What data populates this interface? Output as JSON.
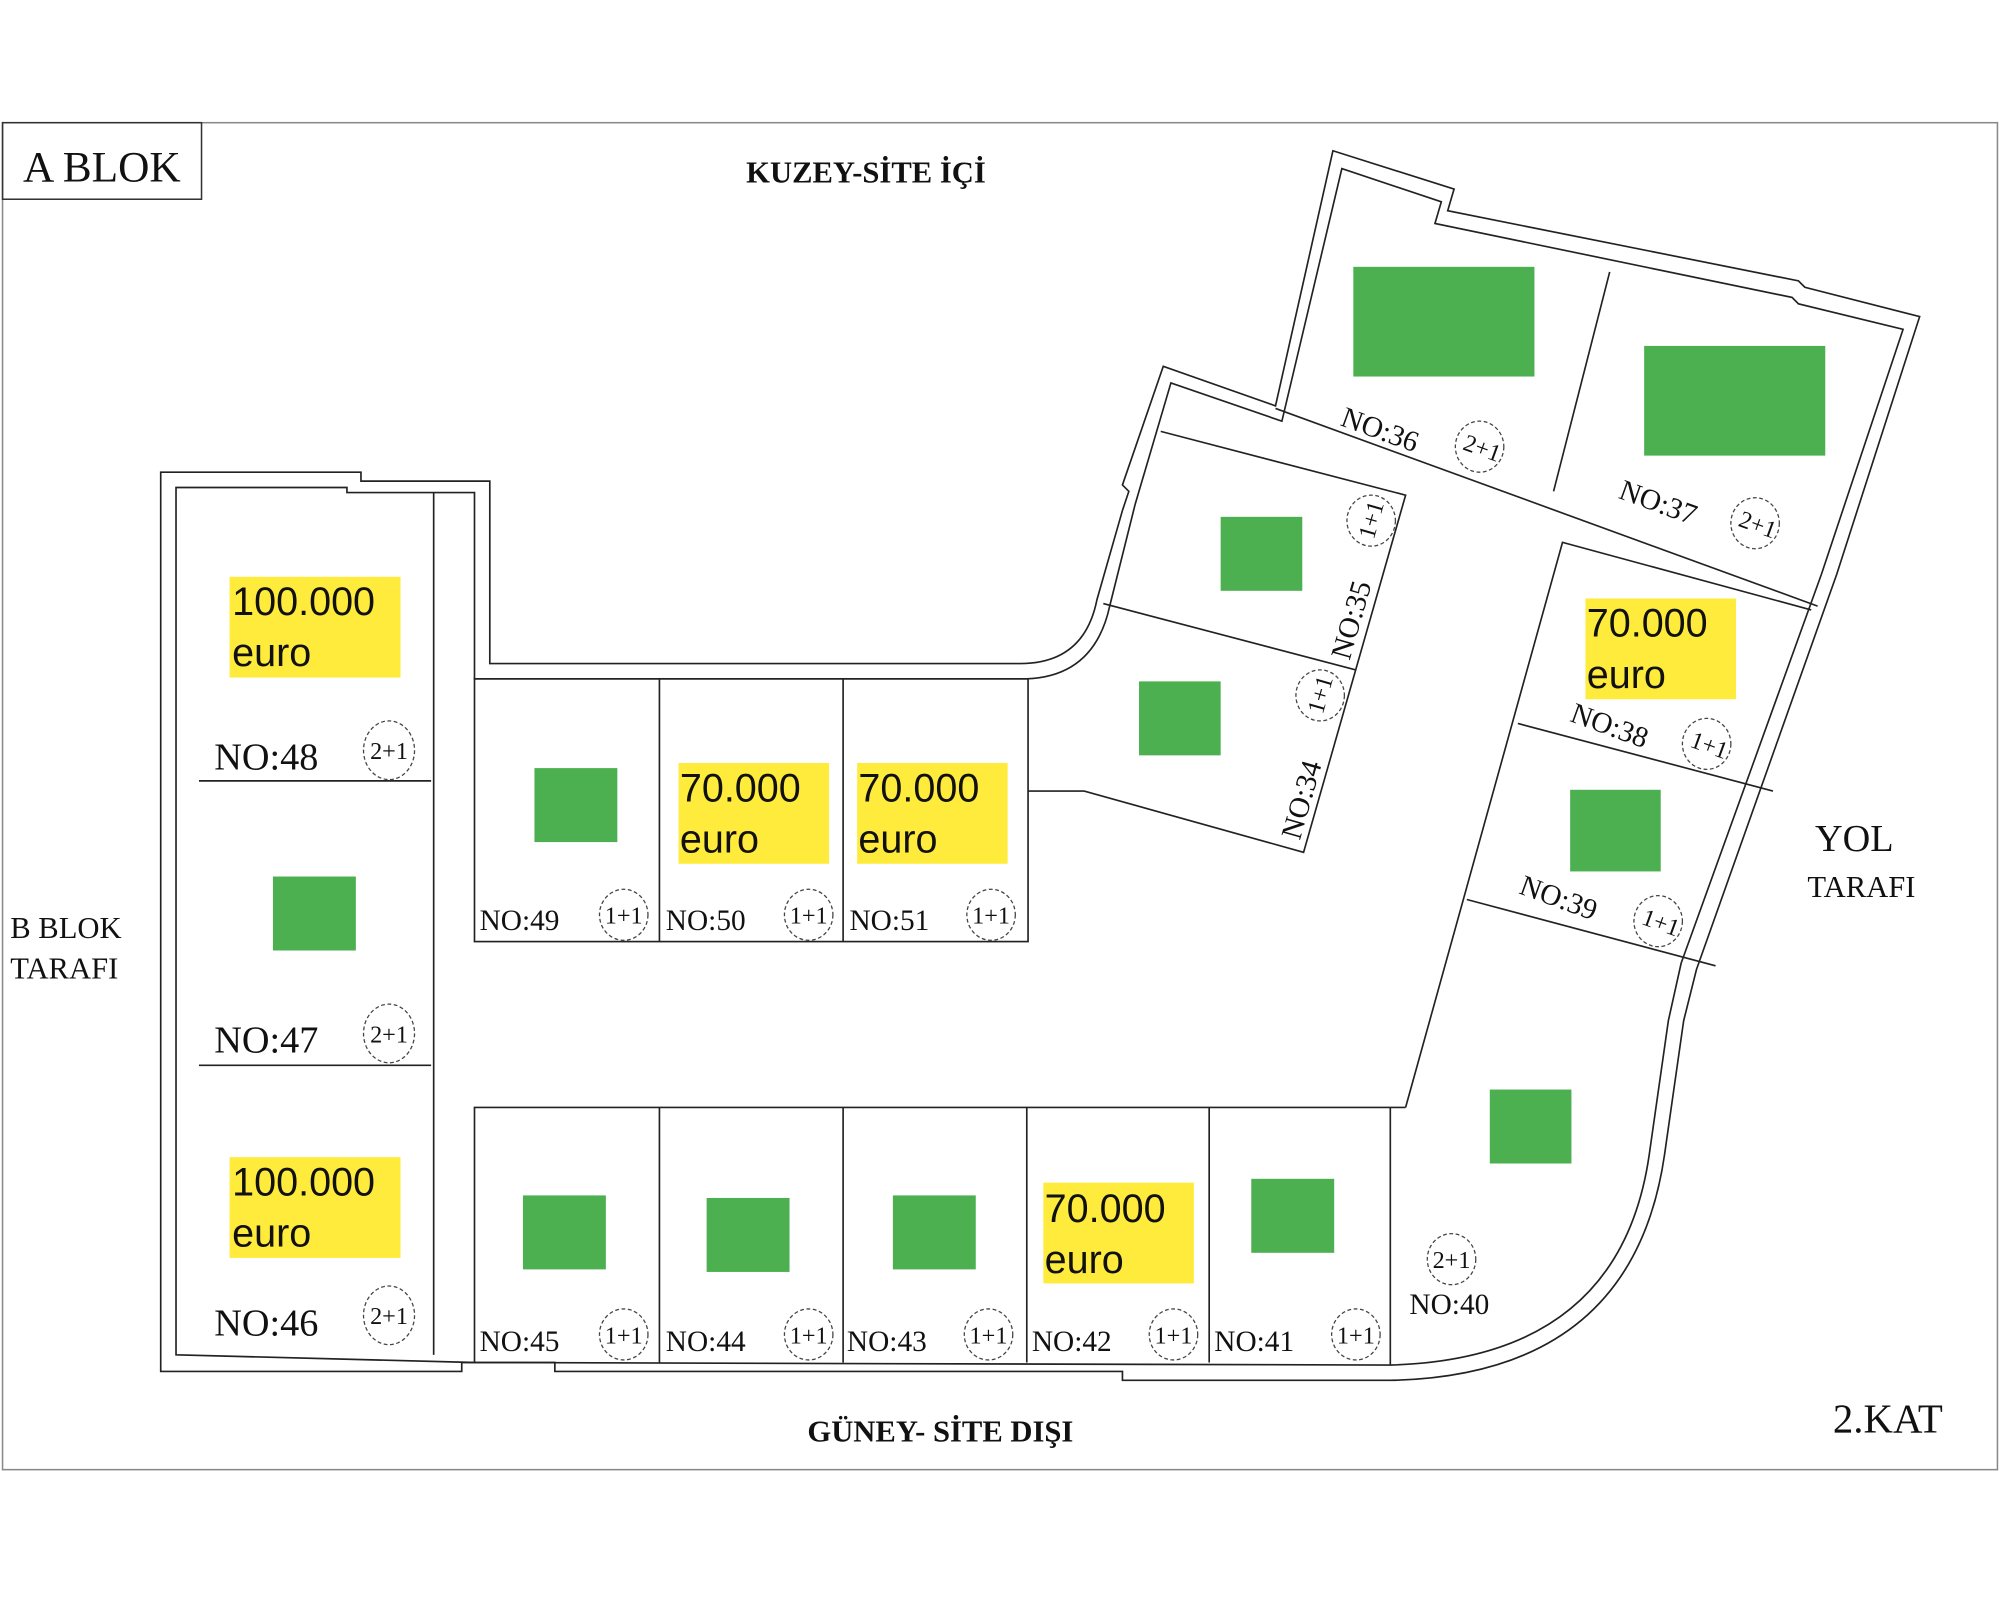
{
  "block_title": "A BLOK",
  "floor": "2.KAT",
  "sides": {
    "north": "KUZEY-SİTE İÇİ",
    "south": "GÜNEY- SİTE DIŞI",
    "west_1": "B BLOK",
    "west_2": "TARAFI",
    "east_1": "YOL",
    "east_2": "TARAFI"
  },
  "colors": {
    "available": "#4cb050",
    "price_highlight": "#ffeb3b"
  },
  "units": {
    "u34": {
      "no": "NO:34",
      "type": "1+1"
    },
    "u35": {
      "no": "NO:35",
      "type": "1+1"
    },
    "u36": {
      "no": "NO:36",
      "type": "2+1"
    },
    "u37": {
      "no": "NO:37",
      "type": "2+1"
    },
    "u38": {
      "no": "NO:38",
      "type": "1+1",
      "price": "70.000",
      "currency": "euro"
    },
    "u39": {
      "no": "NO:39",
      "type": "1+1"
    },
    "u40": {
      "no": "NO:40",
      "type": "2+1"
    },
    "u41": {
      "no": "NO:41",
      "type": "1+1"
    },
    "u42": {
      "no": "NO:42",
      "type": "1+1",
      "price": "70.000",
      "currency": "euro"
    },
    "u43": {
      "no": "NO:43",
      "type": "1+1"
    },
    "u44": {
      "no": "NO:44",
      "type": "1+1"
    },
    "u45": {
      "no": "NO:45",
      "type": "1+1"
    },
    "u46": {
      "no": "NO:46",
      "type": "2+1",
      "price": "100.000",
      "currency": "euro"
    },
    "u47": {
      "no": "NO:47",
      "type": "2+1"
    },
    "u48": {
      "no": "NO:48",
      "type": "2+1",
      "price": "100.000",
      "currency": "euro"
    },
    "u49": {
      "no": "NO:49",
      "type": "1+1"
    },
    "u50": {
      "no": "NO:50",
      "type": "1+1",
      "price": "70.000",
      "currency": "euro"
    },
    "u51": {
      "no": "NO:51",
      "type": "1+1",
      "price": "70.000",
      "currency": "euro"
    }
  }
}
